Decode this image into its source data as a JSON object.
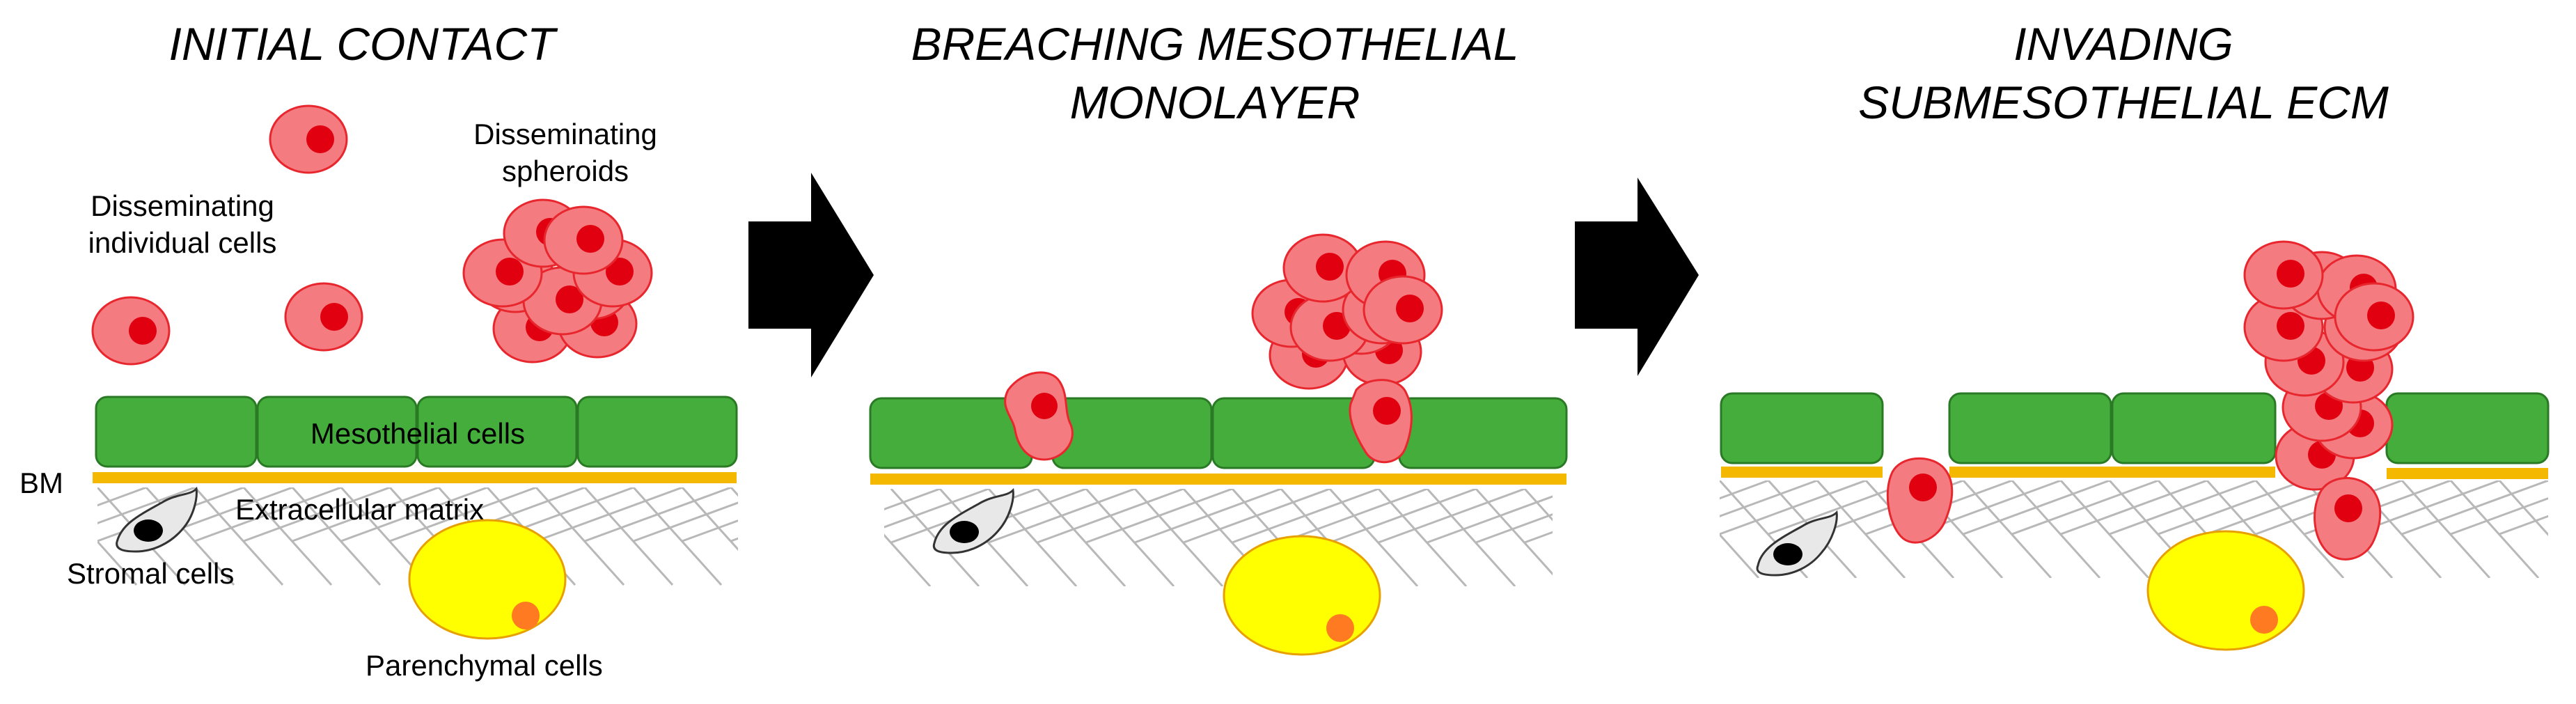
{
  "panels": [
    {
      "title_lines": [
        "INITIAL CONTACT"
      ]
    },
    {
      "title_lines": [
        "BREACHING MESOTHELIAL",
        "MONOLAYER"
      ]
    },
    {
      "title_lines": [
        "INVADING",
        "SUBMESOTHELIAL ECM"
      ]
    }
  ],
  "labels": {
    "individual_cells": [
      "Disseminating",
      "individual cells"
    ],
    "spheroids": [
      "Disseminating",
      "spheroids"
    ],
    "mesothelial": "Mesothelial cells",
    "bm": "BM",
    "ecm": "Extracellular matrix",
    "stromal": "Stromal cells",
    "parenchymal": "Parenchymal cells"
  },
  "colors": {
    "tumor_fill": "#f47b7f",
    "tumor_stroke": "#e8262e",
    "nucleus": "#e00010",
    "mesothelial_fill": "#44ad3c",
    "mesothelial_stroke": "#2a7a25",
    "basement_membrane": "#f5b800",
    "parenchymal_fill": "#ffff00",
    "parenchymal_stroke": "#e8a000",
    "parenchymal_nucleus": "#ff7a20",
    "ecm_line": "#b8b8b8",
    "arrow": "#000000",
    "stromal_fill": "#e8e8e8"
  }
}
